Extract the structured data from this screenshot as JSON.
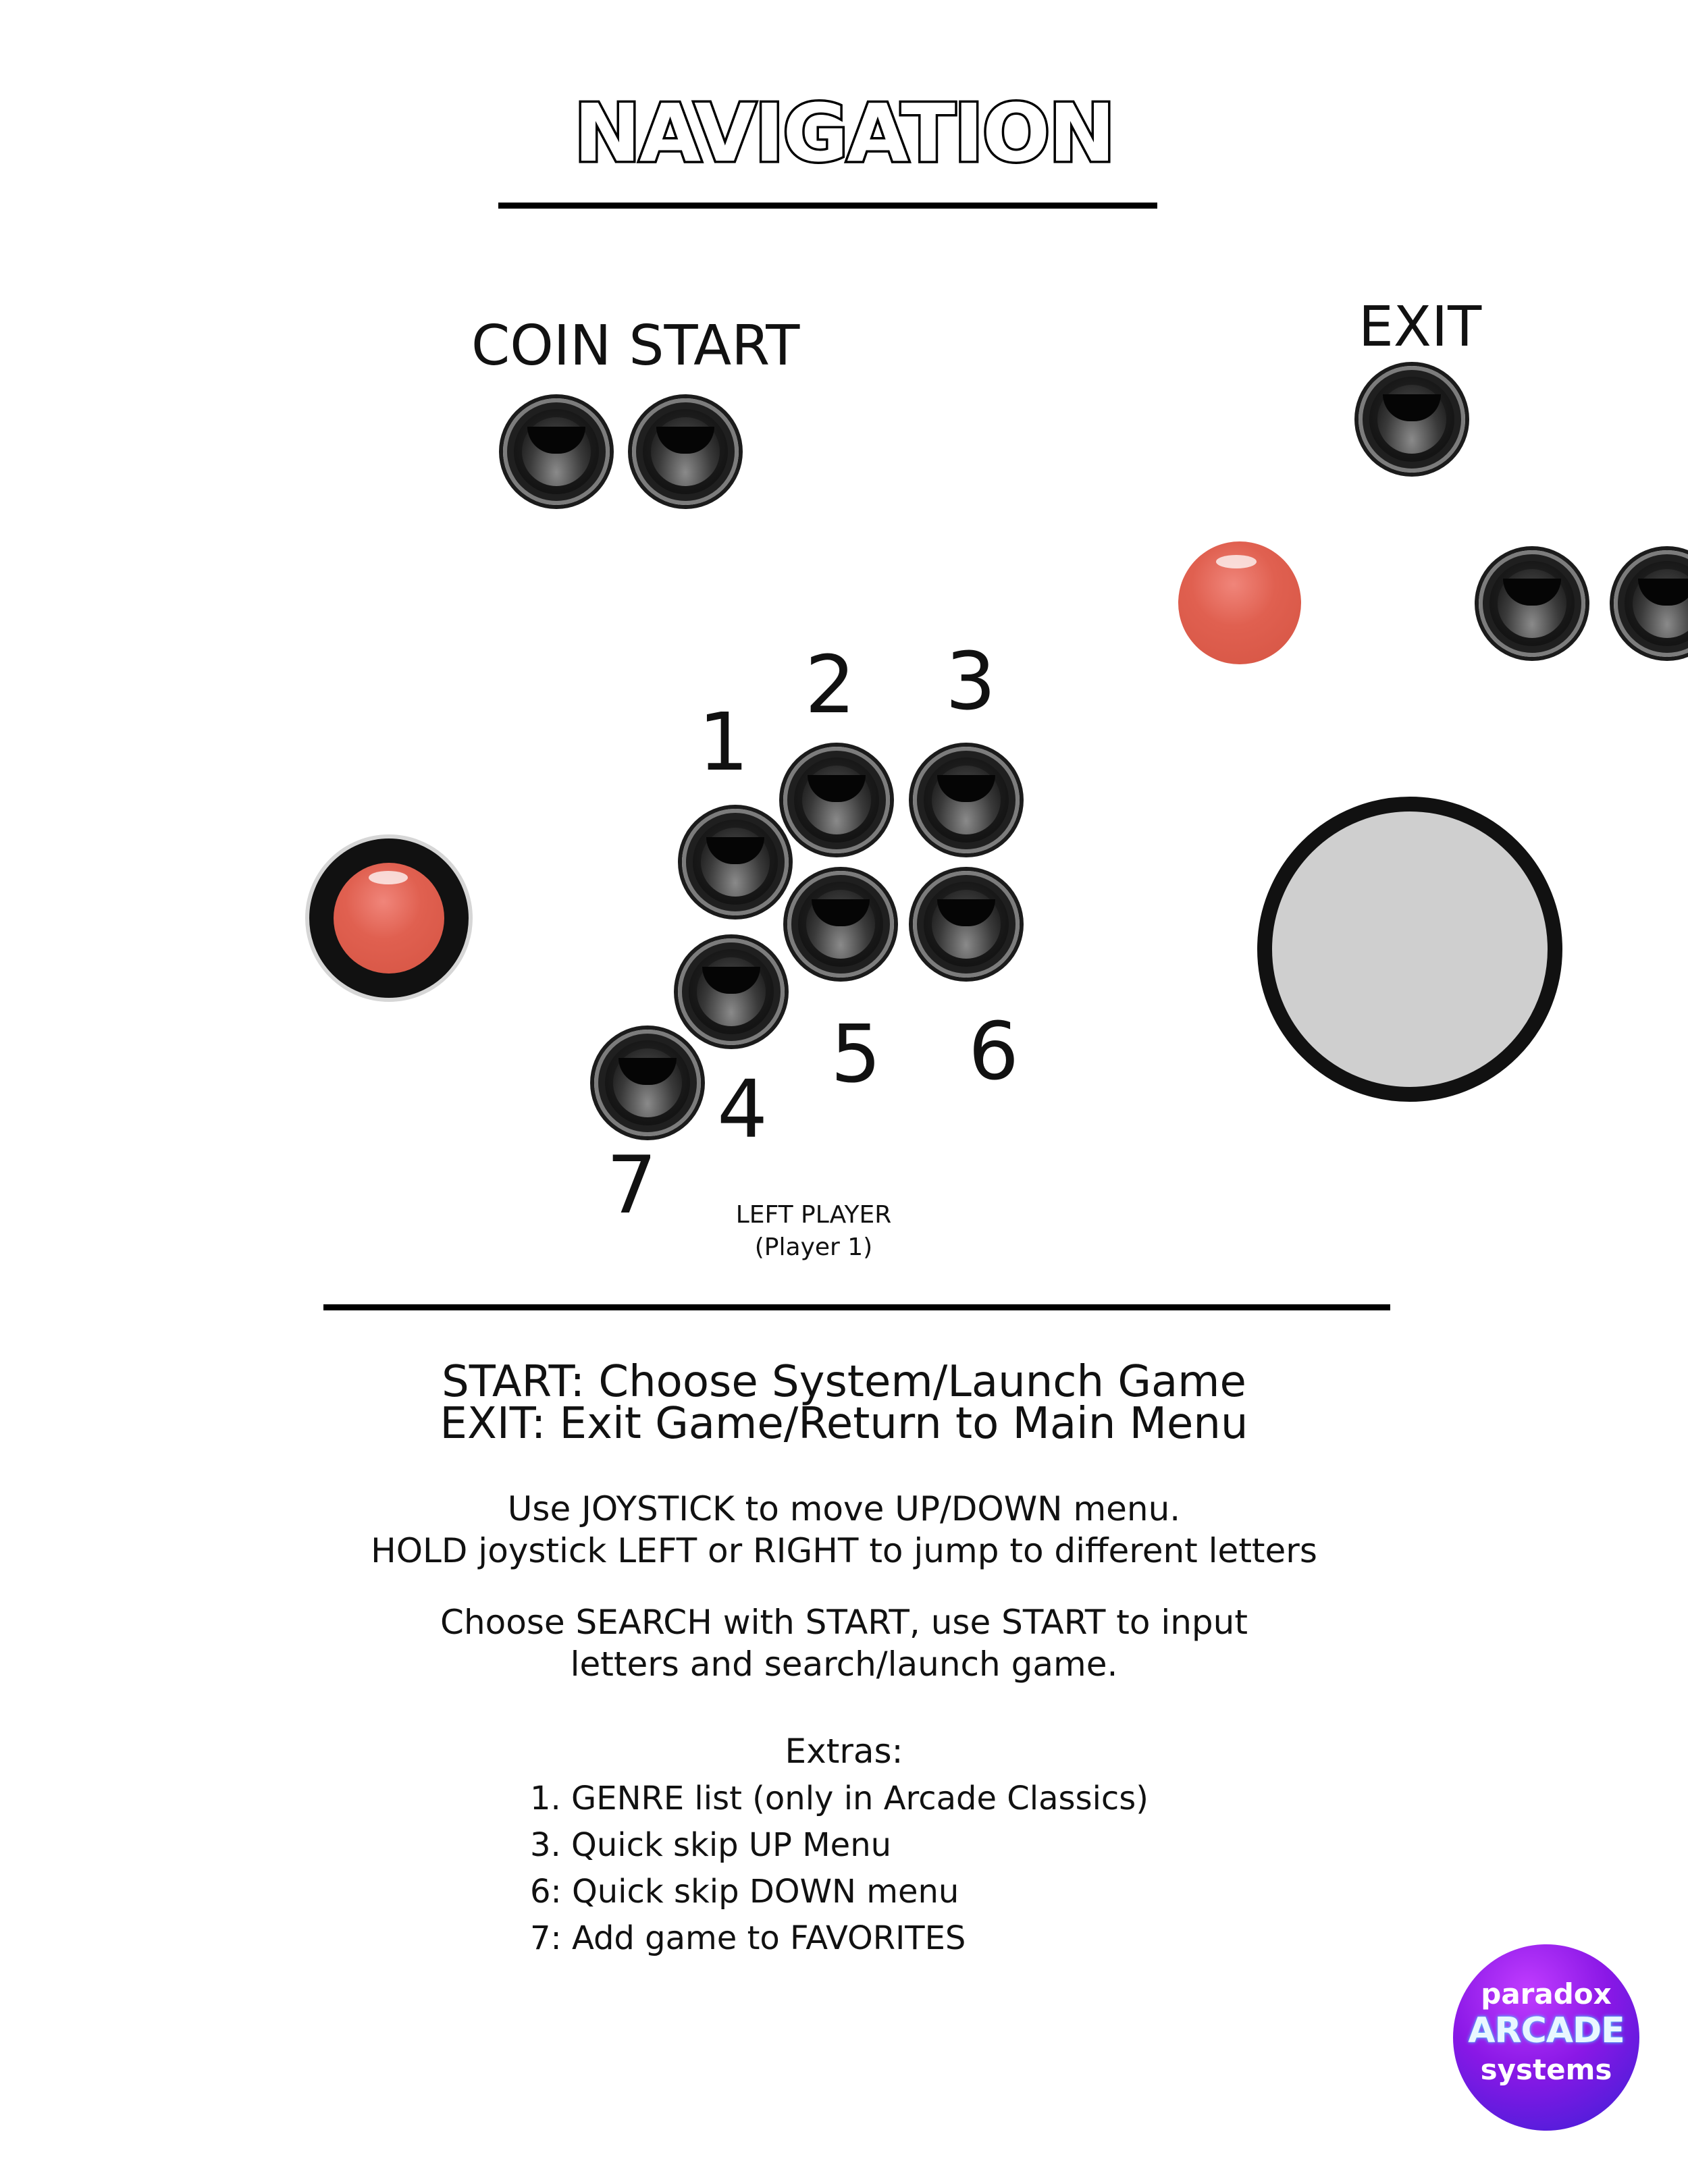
{
  "title": "NAVIGATION",
  "labels": {
    "coin_start": "COIN START",
    "exit": "EXIT",
    "num1": "1",
    "num2": "2",
    "num3": "3",
    "num4": "4",
    "num5": "5",
    "num6": "6",
    "num7": "7",
    "player_line1": "LEFT PLAYER",
    "player_line2": "(Player 1)"
  },
  "instructions": {
    "start_line": "START: Choose System/Launch Game",
    "exit_line": "EXIT: Exit Game/Return to Main Menu",
    "joystick_line1": "Use JOYSTICK to move UP/DOWN menu.",
    "joystick_line2": "HOLD joystick LEFT or RIGHT to jump to different letters",
    "search_line1": "Choose SEARCH with START, use START to input",
    "search_line2": "letters and search/launch game."
  },
  "extras": {
    "title": "Extras:",
    "items": [
      "1. GENRE list (only in Arcade Classics)",
      "3. Quick skip UP Menu",
      "6: Quick skip DOWN menu",
      "7: Add game to FAVORITES"
    ]
  },
  "logo": {
    "top": "paradox",
    "middle": "ARCADE",
    "bottom": "systems"
  },
  "colors": {
    "red_button": "#e06050",
    "logo_purple": "#8a18e6",
    "logo_blue": "#3a1fd6",
    "joystick_grey": "#cfcfcf"
  }
}
